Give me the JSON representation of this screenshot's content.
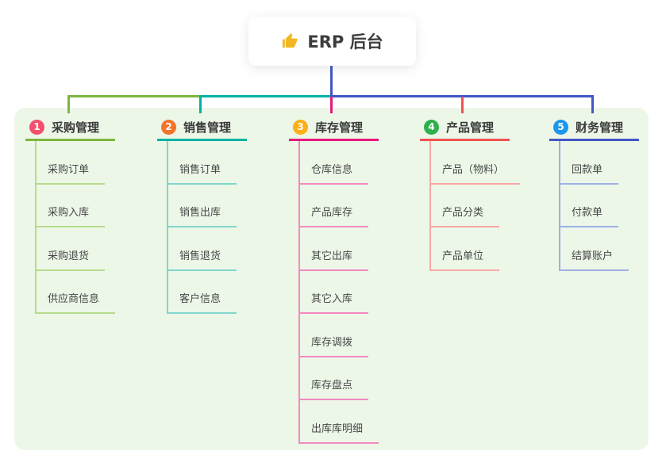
{
  "root": {
    "label": "ERP 后台",
    "icon": "thumbs-up-icon",
    "icon_color": "#f2b722"
  },
  "palette": {
    "panel_bg": "#ecf7e8",
    "root_line": "#4356c6",
    "bus_green": "#7db63e",
    "bus_teal": "#00b3a2",
    "bus_blue": "#4356c6",
    "drop_pink": "#e8187d",
    "drop_red": "#f15152"
  },
  "branches": [
    {
      "number": "1",
      "title": "采购管理",
      "badge_color": "#f2506c",
      "line_color": "#7db63e",
      "child_line_color": "#b7db8d",
      "children": [
        "采购订单",
        "采购入库",
        "采购退货",
        "供应商信息"
      ]
    },
    {
      "number": "2",
      "title": "销售管理",
      "badge_color": "#f37327",
      "line_color": "#00b3a2",
      "child_line_color": "#80d7cc",
      "children": [
        "销售订单",
        "销售出库",
        "销售退货",
        "客户信息"
      ]
    },
    {
      "number": "3",
      "title": "库存管理",
      "badge_color": "#fcaf17",
      "line_color": "#e8187d",
      "child_line_color": "#f489bf",
      "children": [
        "仓库信息",
        "产品库存",
        "其它出库",
        "其它入库",
        "库存调拨",
        "库存盘点",
        "出库库明细"
      ]
    },
    {
      "number": "4",
      "title": "产品管理",
      "badge_color": "#2cb14c",
      "line_color": "#f15152",
      "child_line_color": "#f8a8a5",
      "children": [
        "产品（物料）",
        "产品分类",
        "产品单位"
      ]
    },
    {
      "number": "5",
      "title": "财务管理",
      "badge_color": "#1d97ee",
      "line_color": "#4356c6",
      "child_line_color": "#9fb0e4",
      "children": [
        "回款单",
        "付款单",
        "结算账户"
      ]
    }
  ]
}
